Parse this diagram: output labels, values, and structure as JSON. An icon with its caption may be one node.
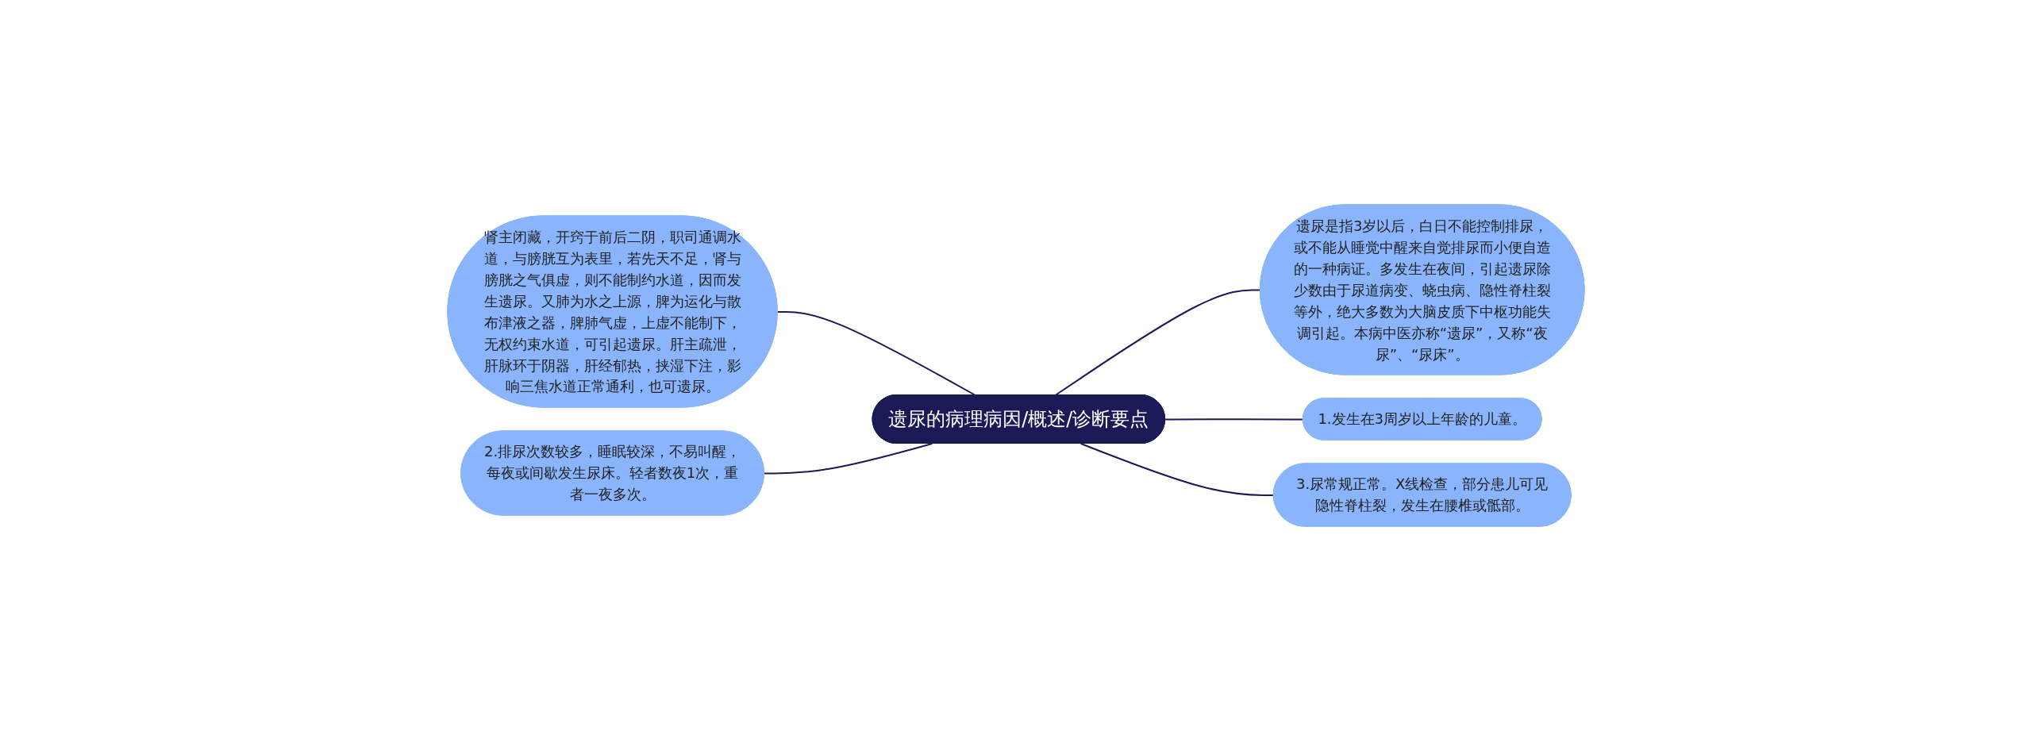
{
  "diagram": {
    "nodes": [
      {
        "text": [
          "遗尿的病理病因/概述/诊断要点"
        ]
      },
      {
        "text": [
          "肾主闭藏，开窍于前后二阴，职司通调水道，与膀胱互为表里，若先天不足，肾与膀胱之气俱虚，则不能制约水道，因而发生遗尿。又肺为水之上源，脾为运化与散布津液之器，脾肺气虚，上虚不能制下，无权约束水道，可引起遗尿。肝主疏泄，肝脉环于阴器，肝经郁热，挟湿下注，影响三焦水道正常通利，也可遗尿。"
        ]
      },
      {
        "text": [
          "遗尿是指3岁以后，白日不能控制排尿，或不能从睡觉中醒来自觉排尿而小便自造的一种病证。多发生在夜间，引起遗尿除少数由于尿道病变、蛲虫病、隐性脊柱裂等外，绝大多数为大脑皮质下中枢功能失调引起。本病中医亦称“遗尿”，又称“夜尿”、“尿床”。"
        ]
      },
      {
        "text": [
          "1.发生在3周岁以上年龄的儿童。"
        ]
      },
      {
        "text": [
          "2.排尿次数较多，睡眠较深，不易叫醒，每夜或间歇发生尿床。轻者数夜1次，重者一夜多次。"
        ]
      },
      {
        "text": [
          "3.尿常规正常。X线检查，部分患儿可见隐性脊柱裂，发生在腰椎或骶部。"
        ]
      }
    ],
    "edges": [
      {
        "from": 1,
        "to": 0,
        "arrow": "none"
      },
      {
        "from": 0,
        "to": 2,
        "arrow": "none"
      },
      {
        "from": 0,
        "to": 3,
        "arrow": "none"
      },
      {
        "from": 4,
        "to": 0,
        "arrow": "none"
      },
      {
        "from": 0,
        "to": 5,
        "arrow": "none"
      }
    ]
  }
}
